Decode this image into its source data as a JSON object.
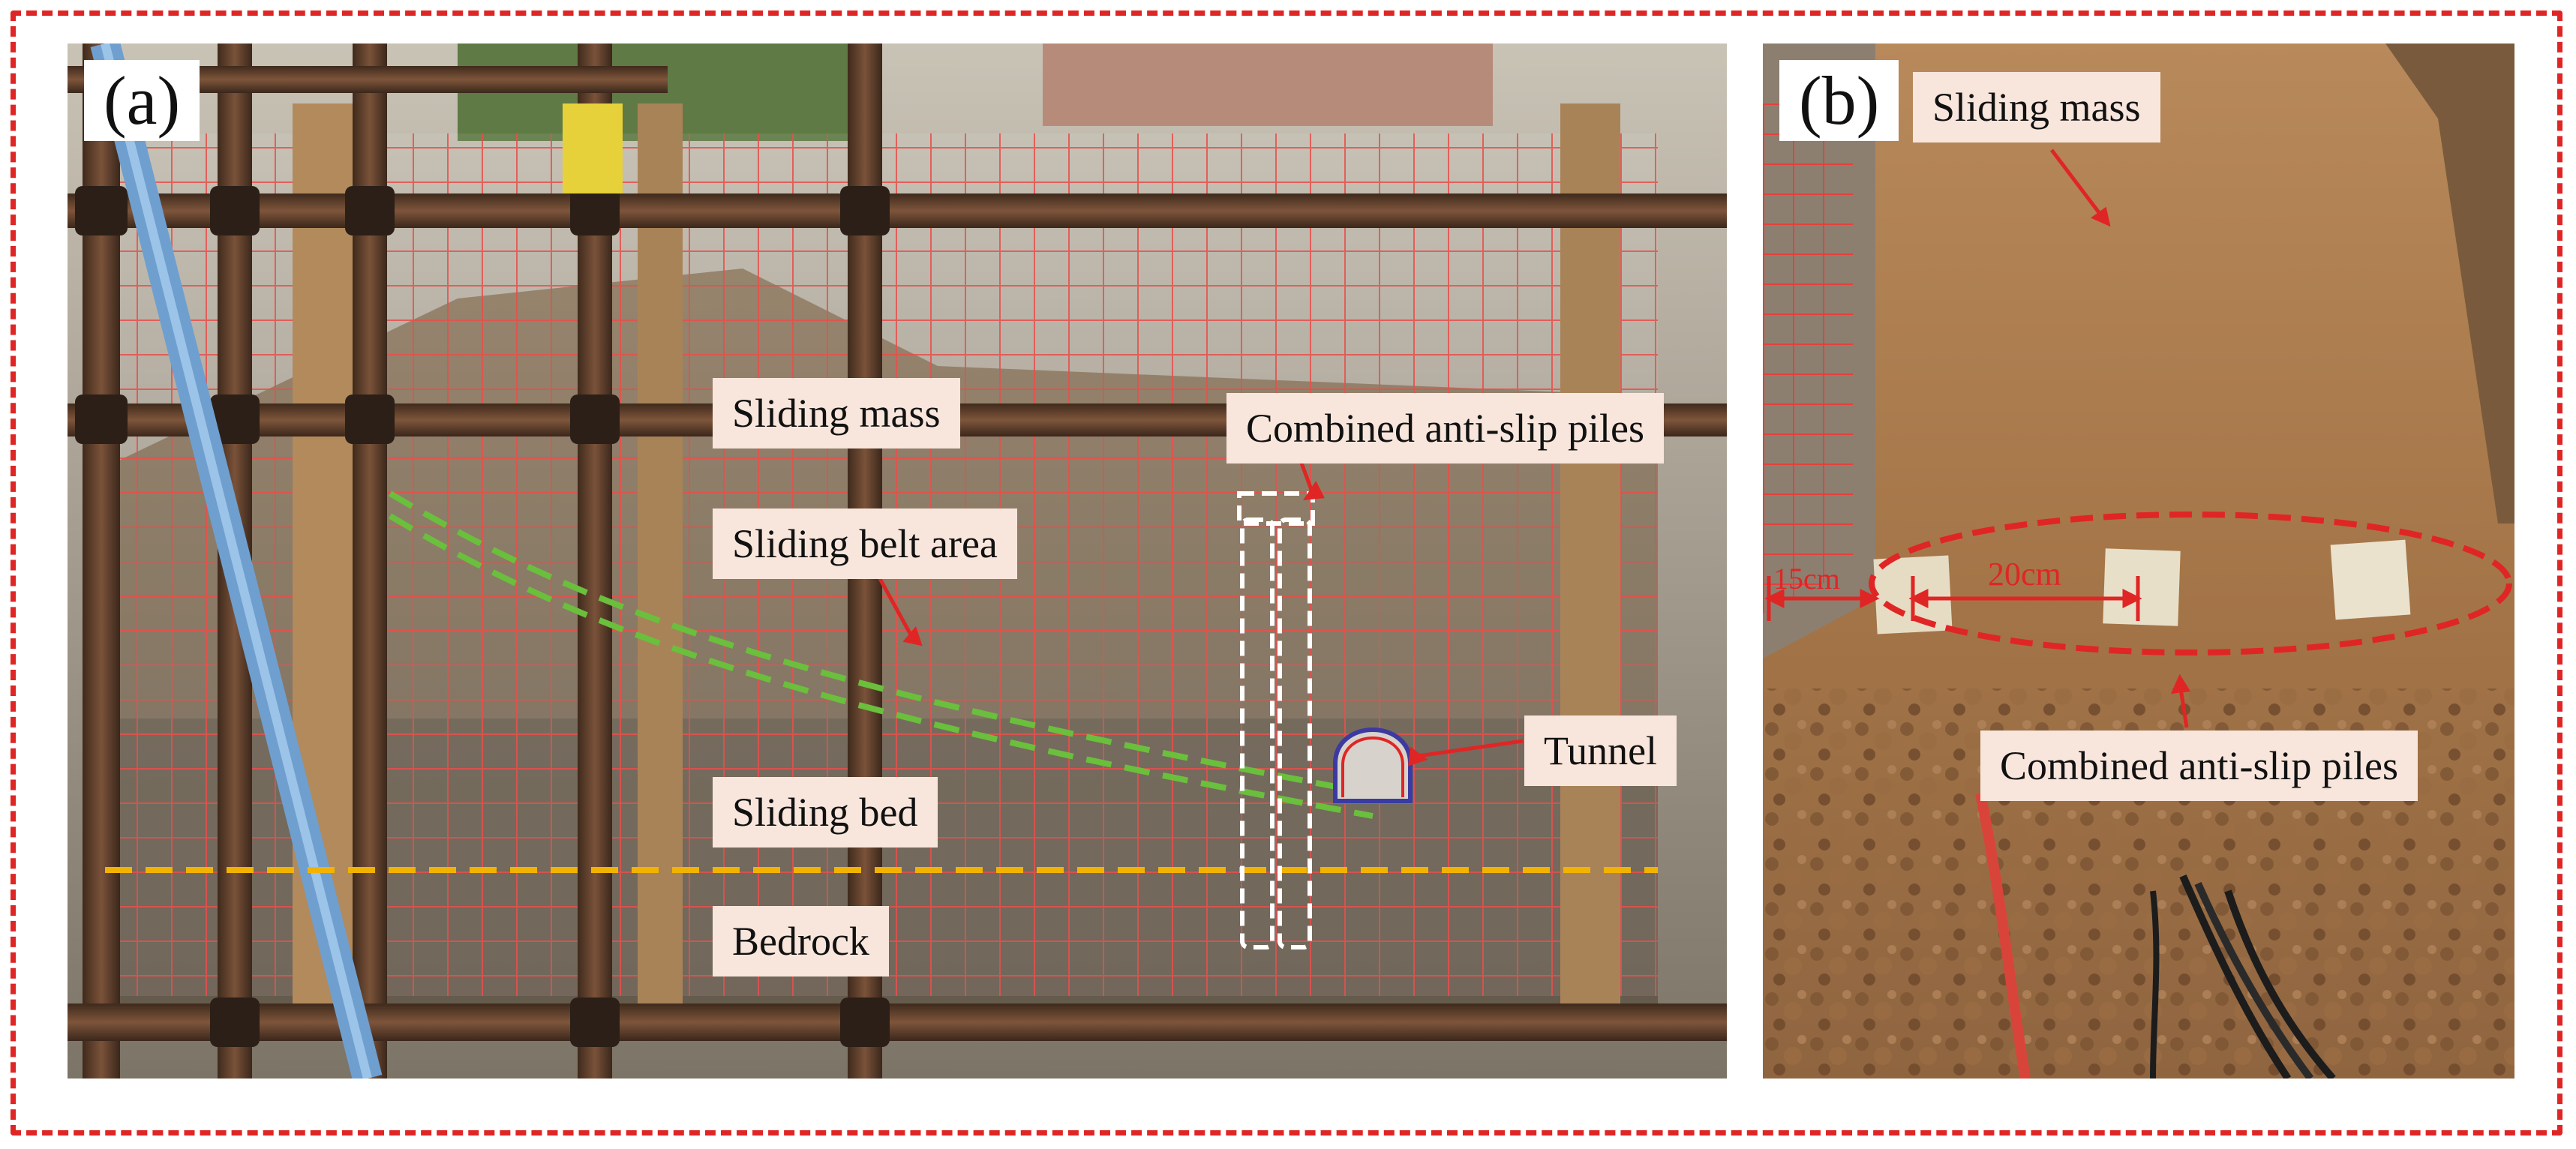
{
  "panels": {
    "a": {
      "letter": "(a)",
      "labels": {
        "sliding_mass": "Sliding mass",
        "combined_piles": "Combined anti-slip piles",
        "sliding_belt": "Sliding belt area",
        "tunnel": "Tunnel",
        "sliding_bed": "Sliding bed",
        "bedrock": "Bedrock"
      }
    },
    "b": {
      "letter": "(b)",
      "labels": {
        "sliding_mass": "Sliding mass",
        "combined_piles": "Combined anti-slip piles"
      },
      "dimensions": {
        "edge_spacing": "15cm",
        "pile_spacing": "20cm"
      }
    }
  },
  "colors": {
    "frame_dash": "#e02525",
    "annotation_red": "#e02525",
    "label_bg": "#f8e6dc",
    "sliding_belt_green": "#6abf3c",
    "bedrock_line_yellow": "#f2b300",
    "pile_outline_white": "#ffffff"
  }
}
